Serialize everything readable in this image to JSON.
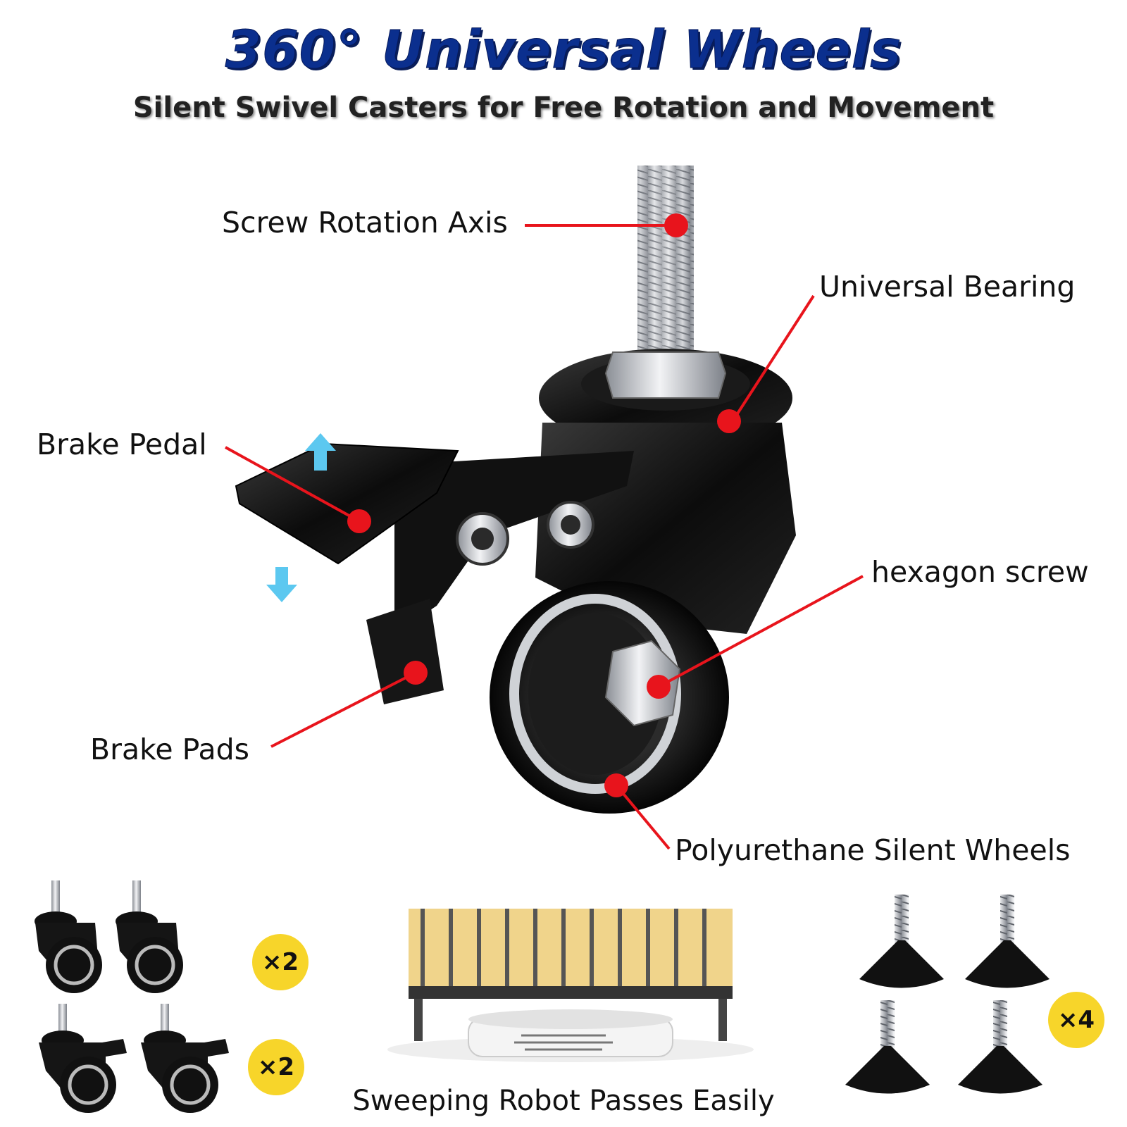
{
  "header": {
    "title": "360° Universal Wheels",
    "subtitle": "Silent Swivel Casters for Free Rotation and Movement"
  },
  "callouts": {
    "screw_axis": "Screw Rotation Axis",
    "bearing": "Universal Bearing",
    "brake_pedal": "Brake Pedal",
    "hex_screw": "hexagon screw",
    "brake_pads": "Brake Pads",
    "wheels": "Polyurethane Silent Wheels"
  },
  "bottom": {
    "caster_qty_plain": "×2",
    "caster_qty_brake": "×2",
    "robot_caption": "Sweeping Robot Passes Easily",
    "feet_qty": "×4"
  },
  "colors": {
    "title_blue": "#0b2f8e",
    "callout_red": "#e8141c",
    "badge_yellow": "#f7d52a",
    "arrow_blue": "#5cc8f0"
  }
}
